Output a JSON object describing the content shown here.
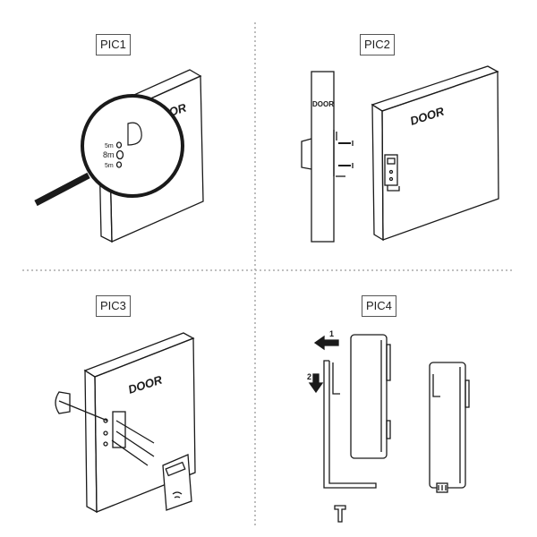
{
  "panels": [
    {
      "label": "PIC1",
      "door_text": "DOOR",
      "hole_labels": [
        "5m",
        "8m",
        "5m"
      ]
    },
    {
      "label": "PIC2",
      "door_text": "DOOR",
      "side_text": "DOOR"
    },
    {
      "label": "PIC3",
      "door_text": "DOOR"
    },
    {
      "label": "PIC4",
      "steps": [
        "1",
        "2"
      ]
    }
  ],
  "colors": {
    "line": "#1a1a1a",
    "divider": "#9a9a9a"
  }
}
